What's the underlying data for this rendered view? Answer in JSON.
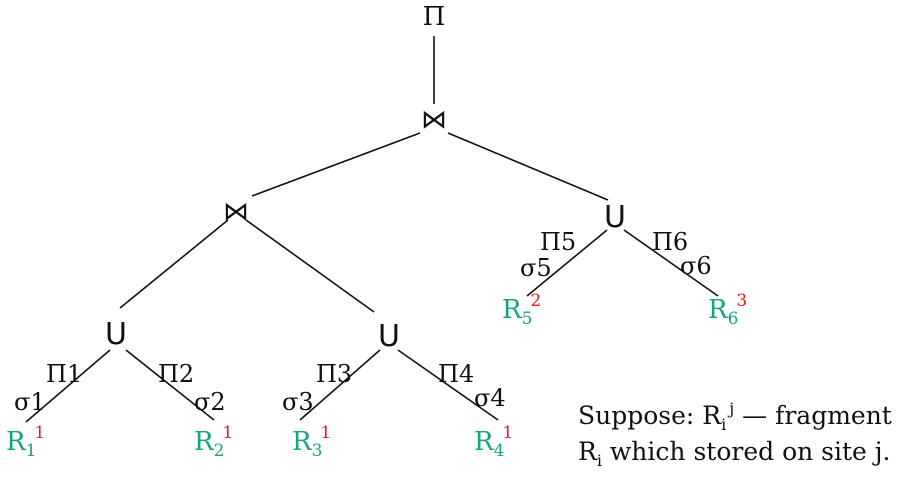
{
  "colors": {
    "relation": "#14a57c",
    "site": "#e0201c",
    "ink": "#111111"
  },
  "tree": {
    "root": {
      "label": "Π"
    },
    "top_join": {
      "label": "⋈"
    },
    "left_join": {
      "label": "⋈"
    },
    "right_union": {
      "label": "U"
    },
    "union_a": {
      "label": "U"
    },
    "union_b": {
      "label": "U"
    },
    "edges": {
      "e1_proj": "Π1",
      "e1_sel": "σ1",
      "e2_proj": "Π2",
      "e2_sel": "σ2",
      "e3_proj": "Π3",
      "e3_sel": "σ3",
      "e4_proj": "Π4",
      "e4_sel": "σ4",
      "e5_proj": "Π5",
      "e5_sel": "σ5",
      "e6_proj": "Π6",
      "e6_sel": "σ6"
    },
    "leaves": {
      "r1": {
        "base": "R",
        "sub": "1",
        "site": "1"
      },
      "r2": {
        "base": "R",
        "sub": "2",
        "site": "1"
      },
      "r3": {
        "base": "R",
        "sub": "3",
        "site": "1"
      },
      "r4": {
        "base": "R",
        "sub": "4",
        "site": "1"
      },
      "r5": {
        "base": "R",
        "sub": "5",
        "site": "2"
      },
      "r6": {
        "base": "R",
        "sub": "6",
        "site": "3"
      }
    }
  },
  "note": {
    "line1_prefix": "Suppose: R",
    "line1_sub": "i",
    "line1_sup": "j",
    "line1_suffix": " — fragment",
    "line2_prefix": "R",
    "line2_sub": "i",
    "line2_suffix": " which stored on site j."
  }
}
